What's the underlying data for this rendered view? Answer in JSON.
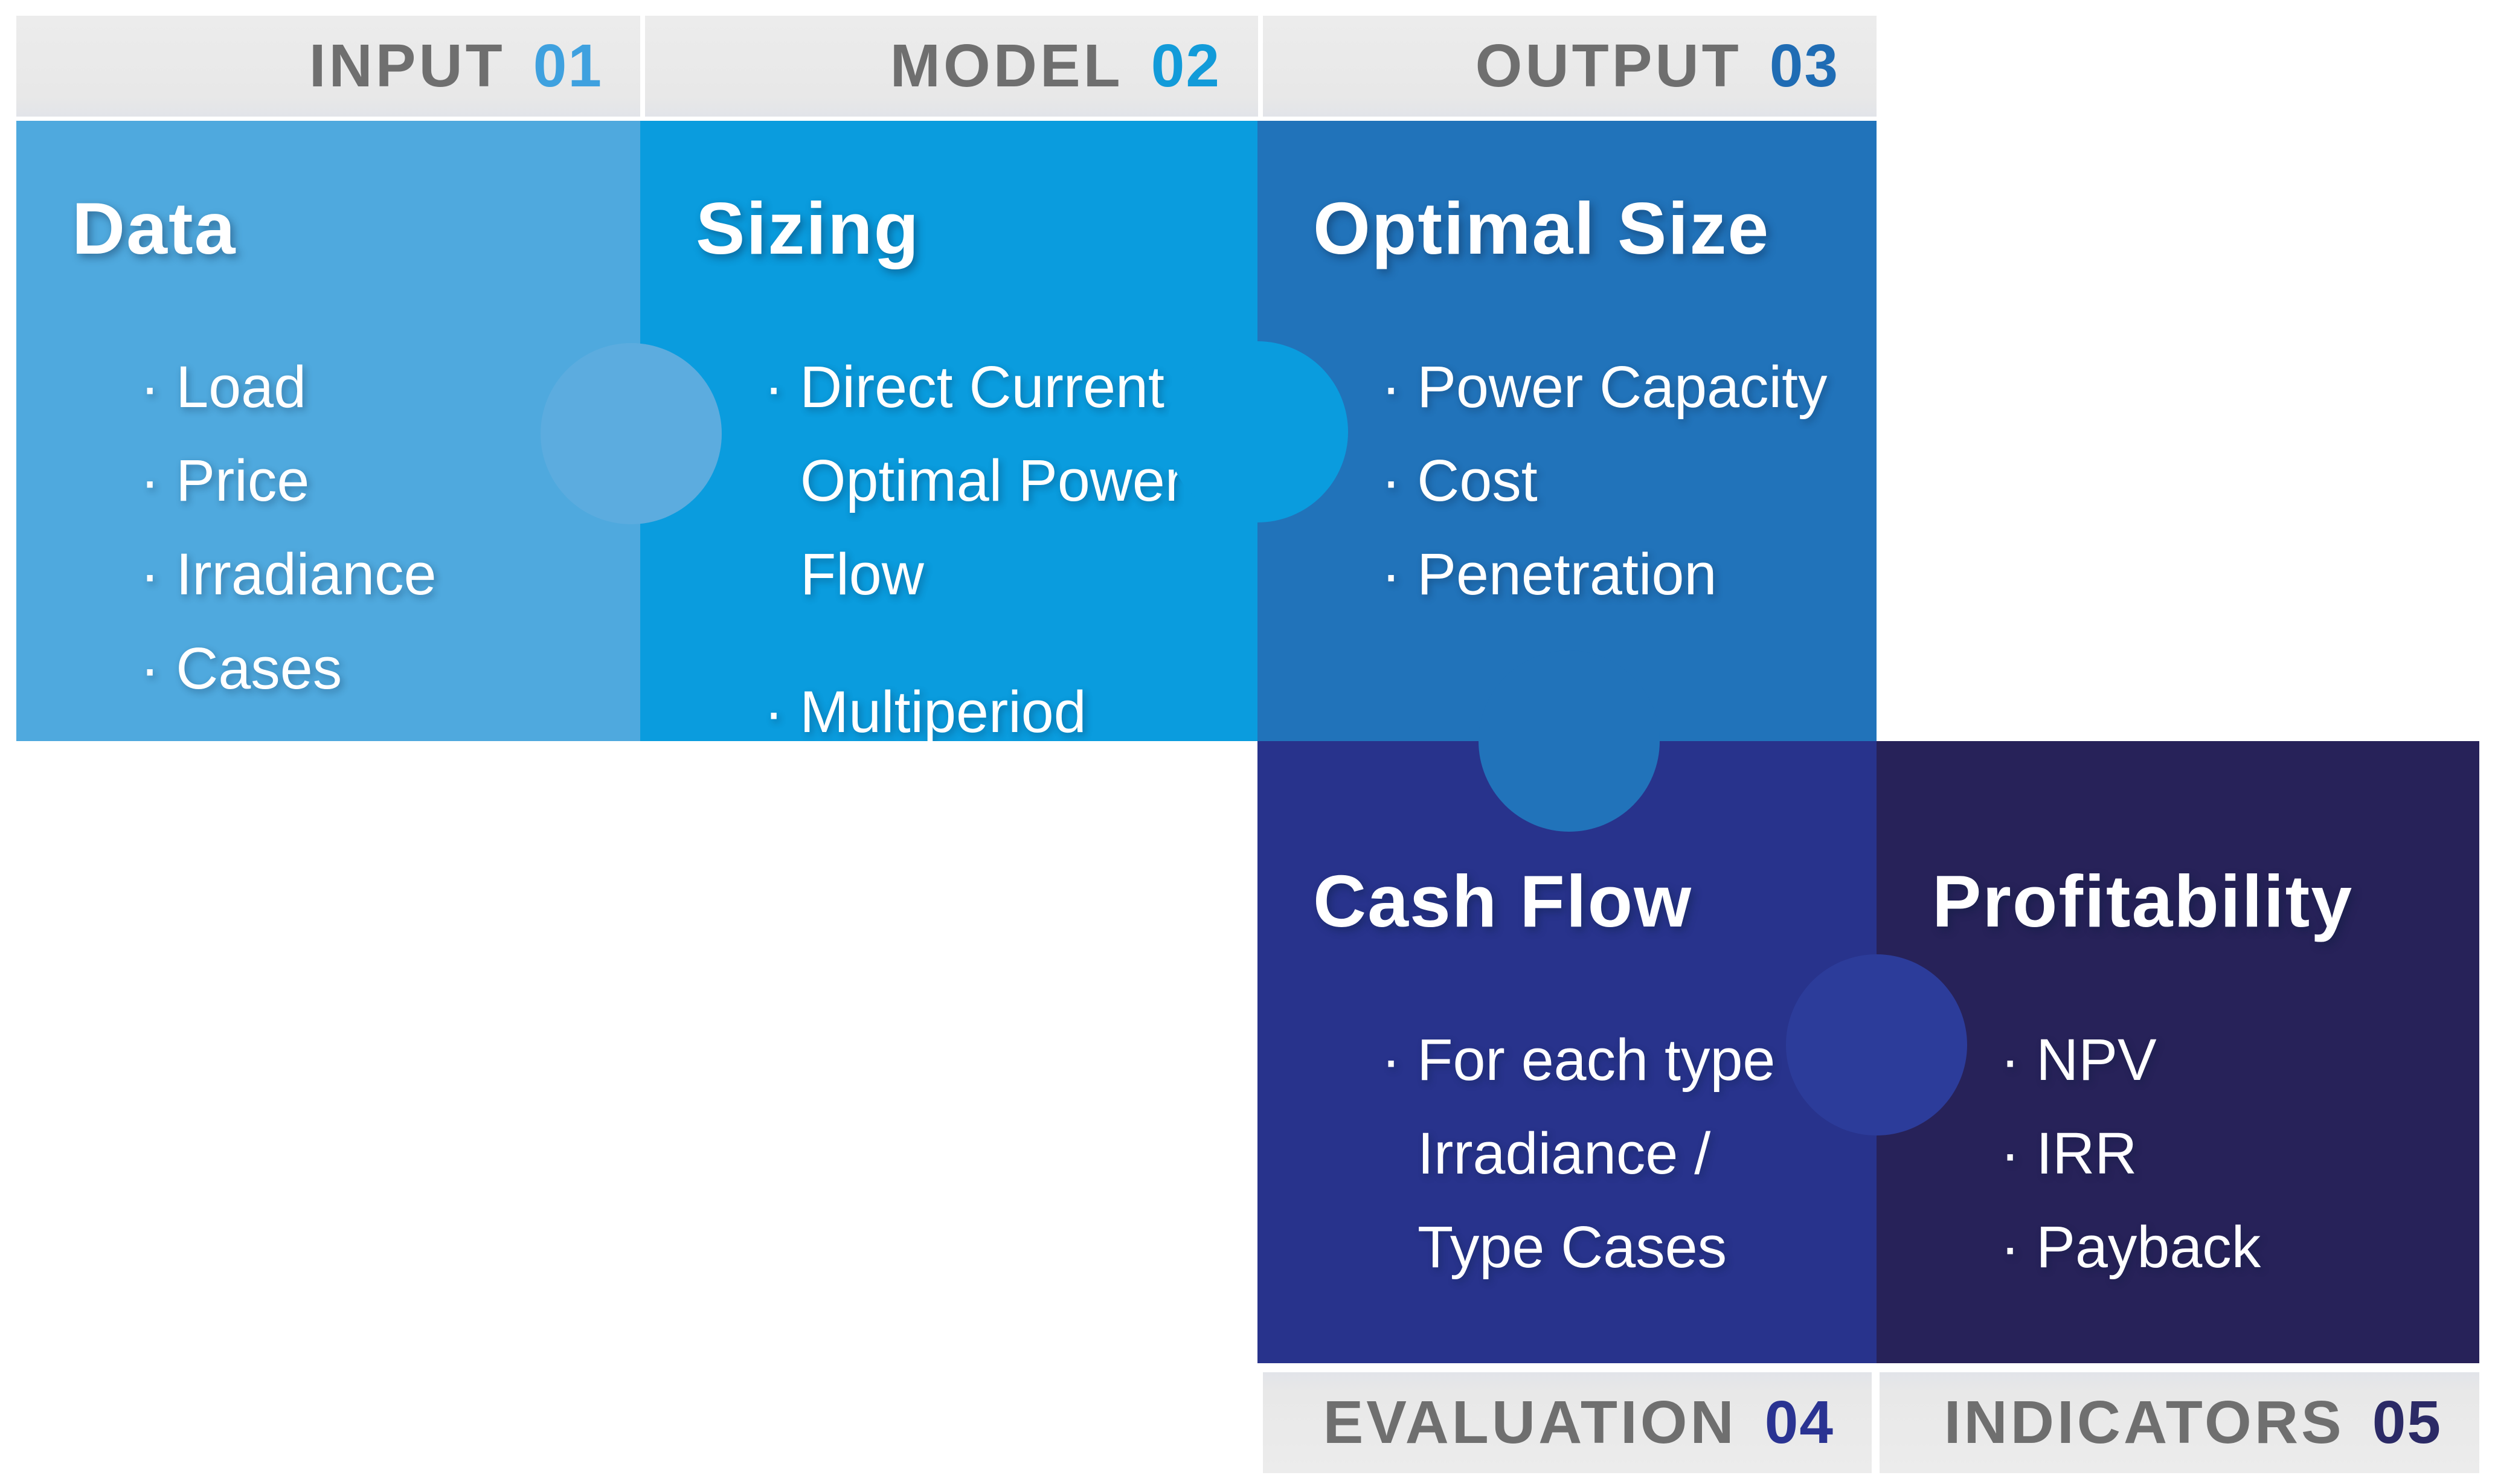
{
  "palette": {
    "page_bg": "#FFFFFF",
    "strip_bg": "#E9E9E9",
    "strip_text": "#6F6F6F",
    "body_text": "#FFFFFF",
    "block_1_fill": "#4FA9DE",
    "block_2_fill": "#0A9CDE",
    "block_3_fill": "#2173BA",
    "block_4_fill": "#28338C",
    "block_5_fill": "#272259",
    "accent_1": "#3FA1DF",
    "accent_2": "#129BD9",
    "accent_3": "#1F6CB4",
    "accent_4": "#2A3392",
    "accent_5": "#2B2A66",
    "tab_1_2": "#5CACDF",
    "tab_2_3": "#0A9CDE",
    "tab_3_4": "#2173BA",
    "tab_4_5": "#2C3C9A"
  },
  "blocks": [
    {
      "label": "INPUT",
      "number": "01",
      "label_position": "top",
      "title": "Data",
      "items": [
        "Load",
        "Price",
        "Irradiance",
        "Cases"
      ]
    },
    {
      "label": "MODEL",
      "number": "02",
      "label_position": "top",
      "title": "Sizing",
      "items": [
        "Direct Current Optimal Power Flow",
        "Multiperiod"
      ]
    },
    {
      "label": "OUTPUT",
      "number": "03",
      "label_position": "top",
      "title": "Optimal Size",
      "items": [
        "Power Capacity",
        "Cost",
        "Penetration"
      ]
    },
    {
      "label": "EVALUATION",
      "number": "04",
      "label_position": "bottom",
      "title": "Cash Flow",
      "items": [
        "For each type Irradiance / Type Cases"
      ]
    },
    {
      "label": "INDICATORS",
      "number": "05",
      "label_position": "bottom",
      "title": "Profitability",
      "items": [
        "NPV",
        "IRR",
        "Payback"
      ]
    }
  ]
}
